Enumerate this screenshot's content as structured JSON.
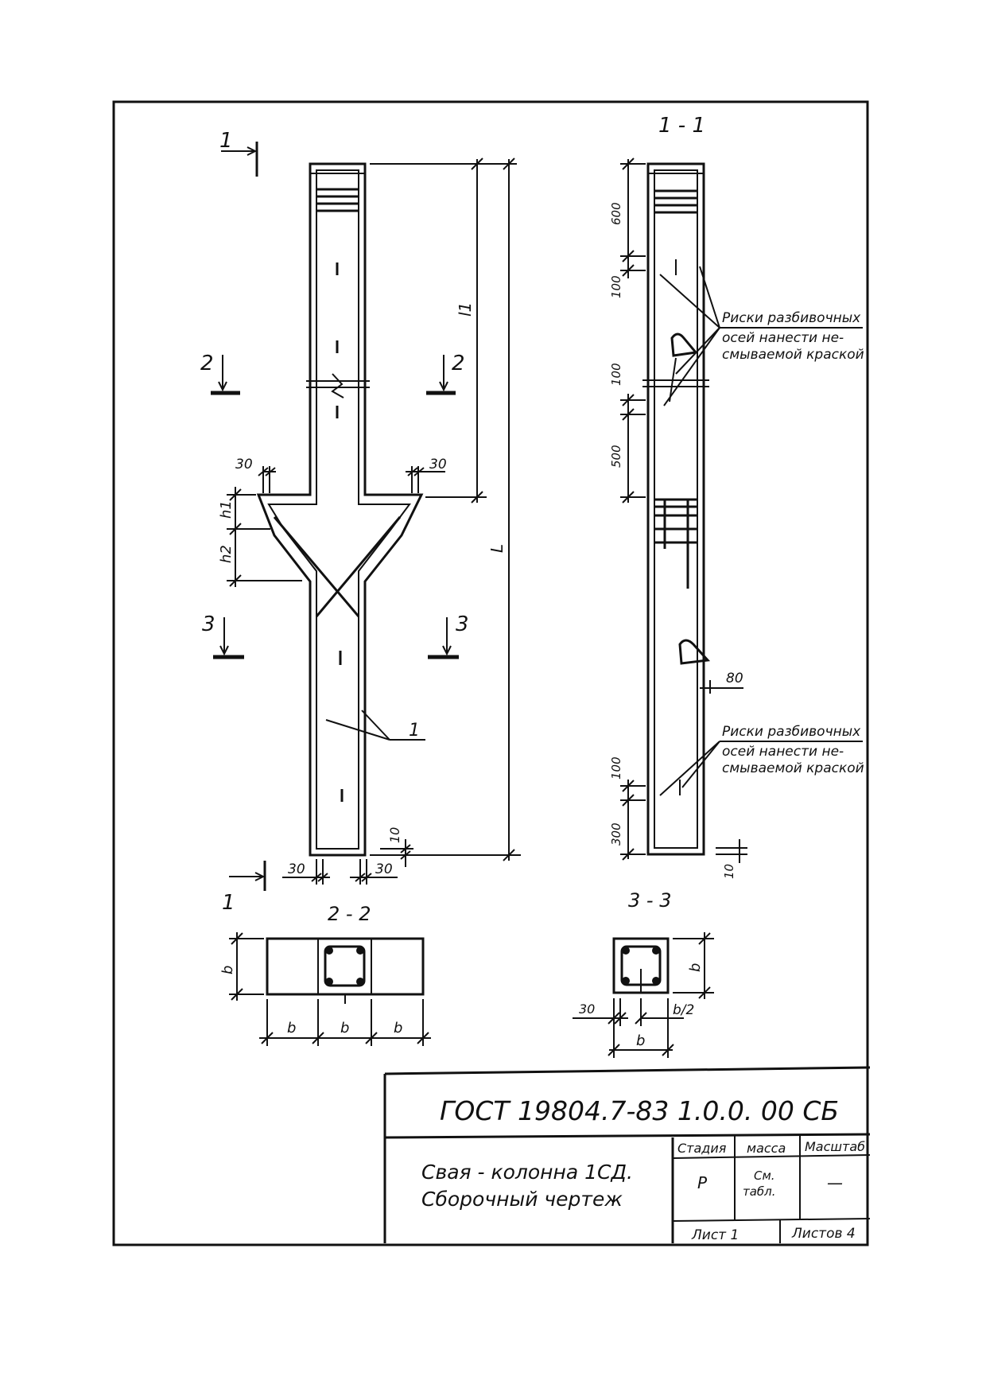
{
  "drawing": {
    "section_marks": {
      "s1": "1",
      "s2": "2",
      "s3": "3"
    },
    "view_titles": {
      "section_1_1": "1 - 1",
      "section_2_2": "2 - 2",
      "section_3_3": "3 - 3"
    },
    "dims_front": {
      "l1": "l1",
      "L": "L",
      "h1": "h1",
      "h2": "h2",
      "d30_left": "30",
      "d30_right": "30",
      "d30_bottom_left": "30",
      "d30_bottom_right": "30",
      "d10": "10",
      "leader_1": "1"
    },
    "dims_side": {
      "d600": "600",
      "d100_a": "100",
      "d100_b": "100",
      "d500": "500",
      "d80": "80",
      "d100_c": "100",
      "d300": "300",
      "d10": "10"
    },
    "side_notes": {
      "note_top": [
        "Риски разбивочных",
        "осей нанести не-",
        "смываемой краской"
      ],
      "note_bottom": [
        "Риски разбивочных",
        "осей нанести не-",
        "смываемой краской"
      ]
    },
    "section22_dims": {
      "b_vert": "b",
      "b1": "b",
      "b2": "b",
      "b3": "b"
    },
    "section33_dims": {
      "b_vert": "b",
      "d30": "30",
      "b_half": "b/2",
      "b_bottom": "b"
    }
  },
  "title_block": {
    "code": "ГОСТ 19804.7-83  1.0.0. 00 СБ",
    "name_line1": "Свая - колонна 1СД.",
    "name_line2": "Сборочный чертеж",
    "headers": {
      "stage": "Стадия",
      "mass": "масса",
      "scale": "Масштаб"
    },
    "values": {
      "stage": "Р",
      "mass_line1": "См.",
      "mass_line2": "табл.",
      "scale": "—"
    },
    "sheet": "Лист 1",
    "sheets": "Листов 4"
  }
}
